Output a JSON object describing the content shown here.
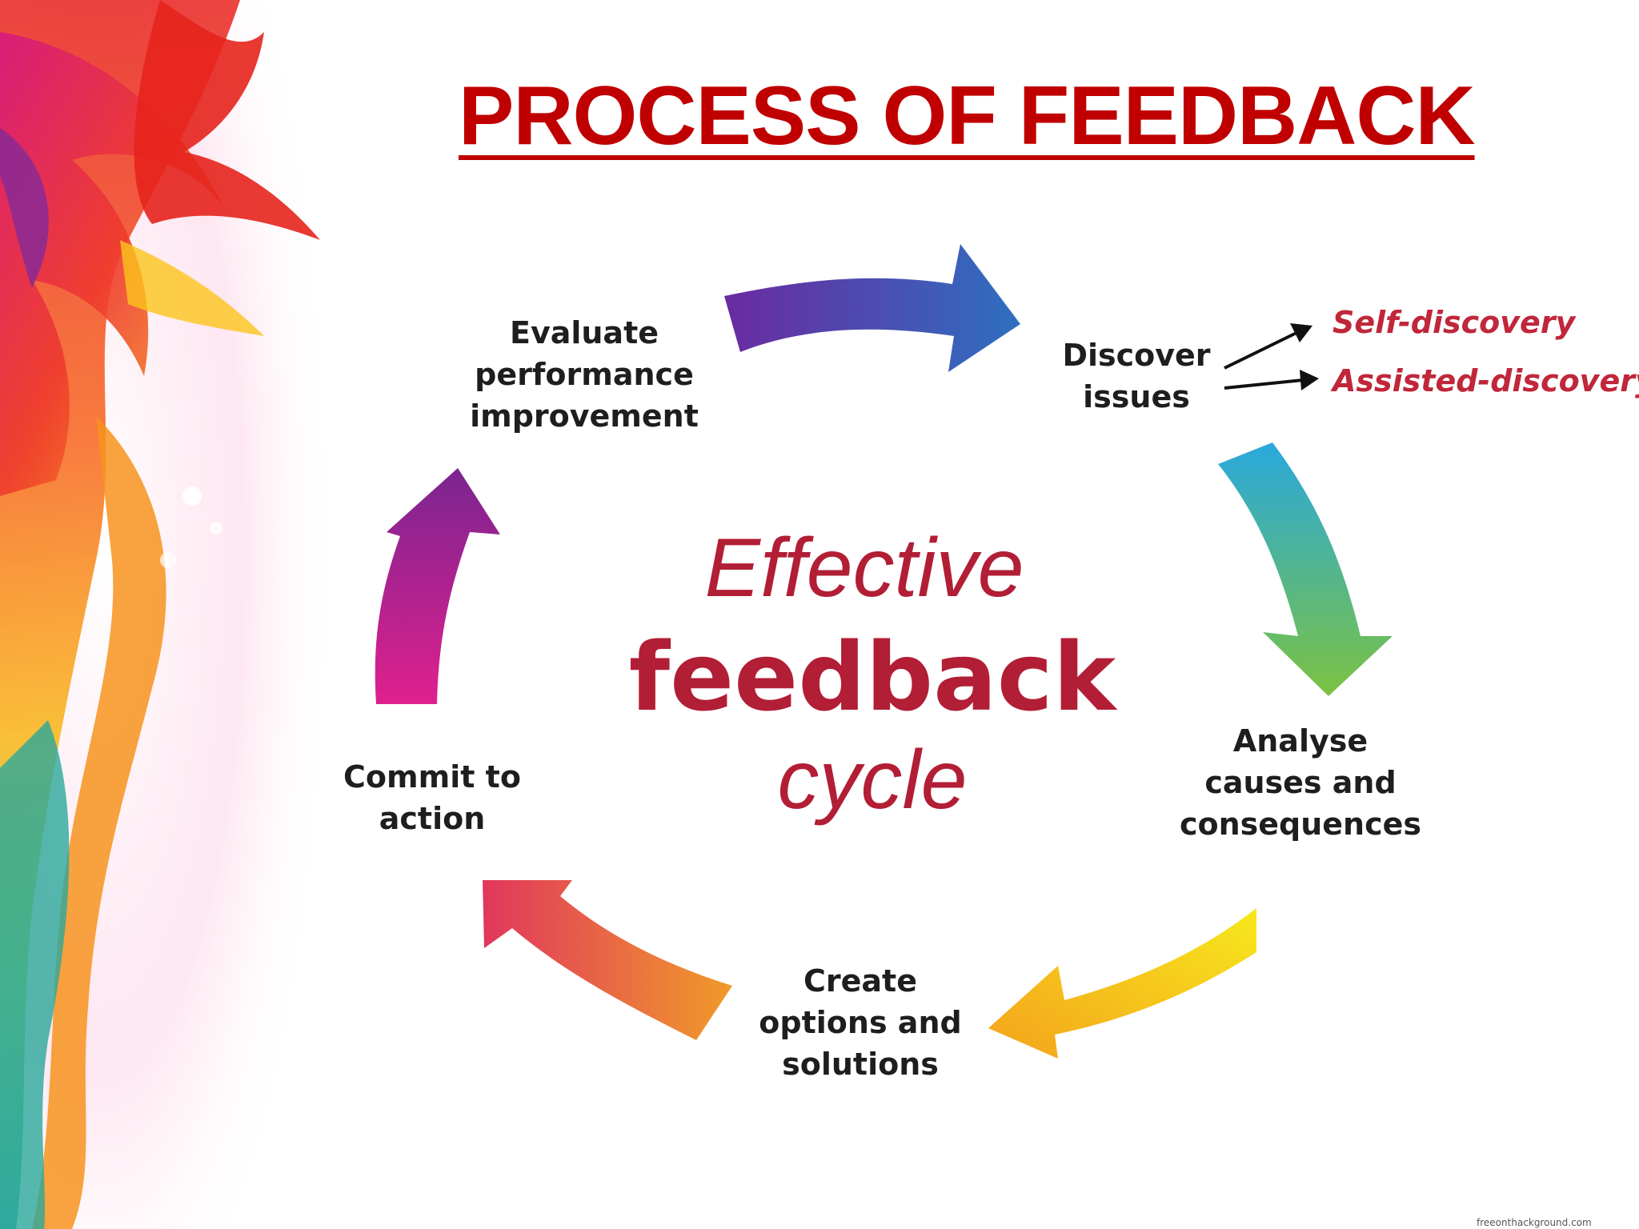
{
  "title": "PROCESS OF FEEDBACK",
  "cycle_center": {
    "line1": "Effective",
    "line2": "feedback",
    "line3": "cycle"
  },
  "steps": [
    {
      "lines": [
        "Evaluate",
        "performance",
        "improvement"
      ]
    },
    {
      "lines": [
        "Discover",
        "issues"
      ]
    },
    {
      "lines": [
        "Analyse",
        "causes and",
        "consequences"
      ]
    },
    {
      "lines": [
        "Create",
        "options and",
        "solutions"
      ]
    },
    {
      "lines": [
        "Commit to",
        "action"
      ]
    }
  ],
  "discovery_types": [
    "Self-discovery",
    "Assisted-discovery"
  ],
  "watermark": "freeonthackground.com",
  "colors": {
    "title": "#c00000",
    "cycle_text": "#b21e35",
    "discovery_text": "#c0273a",
    "step_text": "#1e1e1e",
    "arrow_top": [
      "#6a2aa0",
      "#2e6fc0"
    ],
    "arrow_right_upper": [
      "#29a8dd",
      "#7cc242"
    ],
    "arrow_right_lower": [
      "#f7e81c",
      "#f4a21c"
    ],
    "arrow_bottom": [
      "#f19a2a",
      "#e0365d"
    ],
    "arrow_left": [
      "#e0208e",
      "#7a2590"
    ]
  }
}
